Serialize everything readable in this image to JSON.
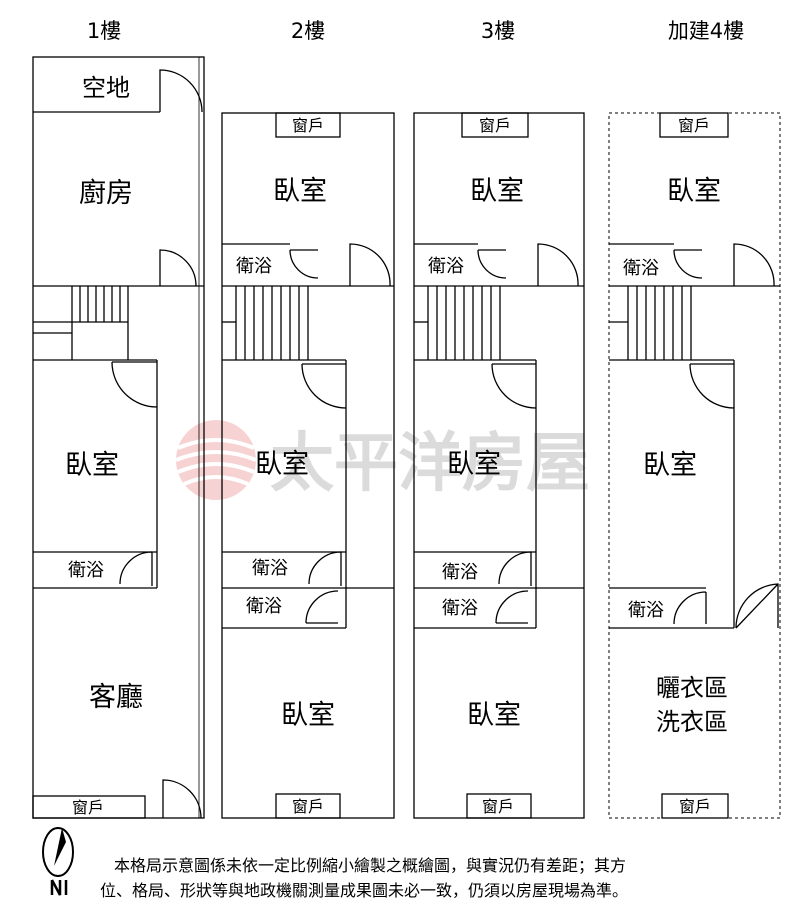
{
  "floors": {
    "f1": {
      "title": "1樓"
    },
    "f2": {
      "title": "2樓"
    },
    "f3": {
      "title": "3樓"
    },
    "f4": {
      "title": "加建4樓"
    }
  },
  "rooms": {
    "f1_yard": "空地",
    "f1_kitchen": "廚房",
    "f1_bedroom": "臥室",
    "f1_bath": "衛浴",
    "f1_living": "客廳",
    "f1_window": "窗戶",
    "f2_window_top": "窗戶",
    "f2_bedroom_top": "臥室",
    "f2_bath_top": "衛浴",
    "f2_bedroom_mid": "臥室",
    "f2_bath_mid": "衛浴",
    "f2_bath_low": "衛浴",
    "f2_bedroom_bottom": "臥室",
    "f2_window_bottom": "窗戶",
    "f3_window_top": "窗戶",
    "f3_bedroom_top": "臥室",
    "f3_bath_top": "衛浴",
    "f3_bedroom_mid": "臥室",
    "f3_bath_mid": "衛浴",
    "f3_bath_low": "衛浴",
    "f3_bedroom_bottom": "臥室",
    "f3_window_bottom": "窗戶",
    "f4_window_top": "窗戶",
    "f4_bedroom_top": "臥室",
    "f4_bath_top": "衛浴",
    "f4_bedroom_mid": "臥室",
    "f4_bath_low": "衛浴",
    "f4_drying_1": "曬衣區",
    "f4_drying_2": "洗衣區",
    "f4_window_bottom": "窗戶"
  },
  "watermark": {
    "text": "太平洋房屋"
  },
  "compass_icon": "north-arrow-icon",
  "disclaimer": {
    "line1": "本格局示意圖係未依一定比例縮小繪製之概繪圖，與實況仍有差距；其方",
    "line2": "位、格局、形狀等與地政機關測量成果圖未必一致，仍須以房屋現場為準。"
  },
  "colors": {
    "line": "#000000",
    "watermark_red": "#f2bcbc",
    "watermark_gray": "#d6d6d6"
  }
}
